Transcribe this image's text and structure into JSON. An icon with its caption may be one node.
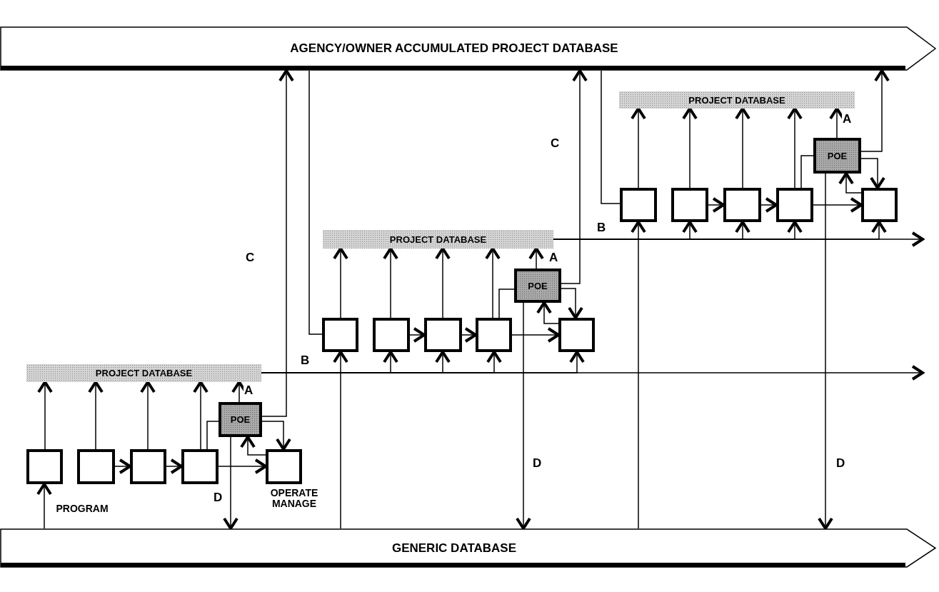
{
  "diagram": {
    "nodes": [
      {
        "text": [
          "AGENCY/OWNER ACCUMULATED PROJECT DATABASE"
        ]
      },
      {
        "text": [
          "PROJECT DATABASE"
        ]
      },
      {
        "text": [],
        "shape": "box",
        "beside": [
          "PROGRAM"
        ]
      },
      {
        "text": [],
        "shape": "box"
      },
      {
        "text": [],
        "shape": "box"
      },
      {
        "text": [],
        "shape": "box"
      },
      {
        "text": [
          "POE"
        ]
      },
      {
        "text": [],
        "shape": "box",
        "beside": [
          "OPERATE MANAGE"
        ]
      },
      {
        "text": [
          "PROJECT DATABASE"
        ]
      },
      {
        "text": [],
        "shape": "box"
      },
      {
        "text": [],
        "shape": "box"
      },
      {
        "text": [],
        "shape": "box"
      },
      {
        "text": [],
        "shape": "box"
      },
      {
        "text": [
          "POE"
        ]
      },
      {
        "text": [],
        "shape": "box"
      },
      {
        "text": [
          "PROJECT DATABASE"
        ]
      },
      {
        "text": [],
        "shape": "box"
      },
      {
        "text": [],
        "shape": "box"
      },
      {
        "text": [],
        "shape": "box"
      },
      {
        "text": [],
        "shape": "box"
      },
      {
        "text": [
          "POE"
        ]
      },
      {
        "text": [],
        "shape": "box"
      },
      {
        "text": [
          "GENERIC DATABASE"
        ]
      }
    ],
    "edges": [
      {
        "from": 2,
        "to": 1,
        "arrow": "to"
      },
      {
        "from": 3,
        "to": 1,
        "arrow": "to"
      },
      {
        "from": 4,
        "to": 1,
        "arrow": "to"
      },
      {
        "from": 5,
        "to": 1,
        "arrow": "to"
      },
      {
        "from": 6,
        "to": 1,
        "arrow": "to",
        "label": "A"
      },
      {
        "from": 3,
        "to": 4,
        "arrow": "to"
      },
      {
        "from": 4,
        "to": 5,
        "arrow": "to"
      },
      {
        "from": 5,
        "to": 7,
        "arrow": "to"
      },
      {
        "from": 5,
        "to": 6,
        "arrow": "none"
      },
      {
        "from": 6,
        "to": 7,
        "arrow": "to"
      },
      {
        "from": 7,
        "to": 6,
        "arrow": "to"
      },
      {
        "from": 6,
        "to": 0,
        "arrow": "to",
        "label": "C"
      },
      {
        "from": 6,
        "to": 22,
        "arrow": "to",
        "label": "D"
      },
      {
        "from": 22,
        "to": 2,
        "arrow": "to"
      },
      {
        "from": 1,
        "to": 10,
        "arrow": "to",
        "label": "B"
      },
      {
        "from": 1,
        "to": 11,
        "arrow": "to"
      },
      {
        "from": 1,
        "to": 12,
        "arrow": "to"
      },
      {
        "from": 1,
        "to": 14,
        "arrow": "to"
      },
      {
        "from": 1,
        "to": null,
        "arrow": "to"
      },
      {
        "from": 0,
        "to": 9,
        "arrow": "none"
      },
      {
        "from": 22,
        "to": 9,
        "arrow": "to"
      },
      {
        "from": 9,
        "to": 8,
        "arrow": "to"
      },
      {
        "from": 10,
        "to": 8,
        "arrow": "to"
      },
      {
        "from": 11,
        "to": 8,
        "arrow": "to"
      },
      {
        "from": 12,
        "to": 8,
        "arrow": "to"
      },
      {
        "from": 13,
        "to": 8,
        "arrow": "to",
        "label": "A"
      },
      {
        "from": 10,
        "to": 11,
        "arrow": "to"
      },
      {
        "from": 11,
        "to": 12,
        "arrow": "to"
      },
      {
        "from": 12,
        "to": 14,
        "arrow": "to"
      },
      {
        "from": 12,
        "to": 13,
        "arrow": "none"
      },
      {
        "from": 13,
        "to": 14,
        "arrow": "to"
      },
      {
        "from": 14,
        "to": 13,
        "arrow": "to"
      },
      {
        "from": 13,
        "to": 0,
        "arrow": "to",
        "label": "C"
      },
      {
        "from": 13,
        "to": 22,
        "arrow": "to",
        "label": "D"
      },
      {
        "from": 8,
        "to": 17,
        "arrow": "to",
        "label": "B"
      },
      {
        "from": 8,
        "to": 18,
        "arrow": "to"
      },
      {
        "from": 8,
        "to": 19,
        "arrow": "to"
      },
      {
        "from": 8,
        "to": 21,
        "arrow": "to"
      },
      {
        "from": 8,
        "to": null,
        "arrow": "to"
      },
      {
        "from": 0,
        "to": 16,
        "arrow": "none"
      },
      {
        "from": 22,
        "to": 16,
        "arrow": "to"
      },
      {
        "from": 16,
        "to": 15,
        "arrow": "to"
      },
      {
        "from": 17,
        "to": 15,
        "arrow": "to"
      },
      {
        "from": 18,
        "to": 15,
        "arrow": "to"
      },
      {
        "from": 19,
        "to": 15,
        "arrow": "to"
      },
      {
        "from": 20,
        "to": 15,
        "arrow": "to",
        "label": "A"
      },
      {
        "from": 17,
        "to": 18,
        "arrow": "to"
      },
      {
        "from": 18,
        "to": 19,
        "arrow": "to"
      },
      {
        "from": 19,
        "to": 21,
        "arrow": "to"
      },
      {
        "from": 19,
        "to": 20,
        "arrow": "none"
      },
      {
        "from": 20,
        "to": 21,
        "arrow": "to"
      },
      {
        "from": 21,
        "to": 20,
        "arrow": "to"
      },
      {
        "from": 20,
        "to": 0,
        "arrow": "to"
      },
      {
        "from": 20,
        "to": 22,
        "arrow": "to",
        "label": "D"
      }
    ]
  }
}
